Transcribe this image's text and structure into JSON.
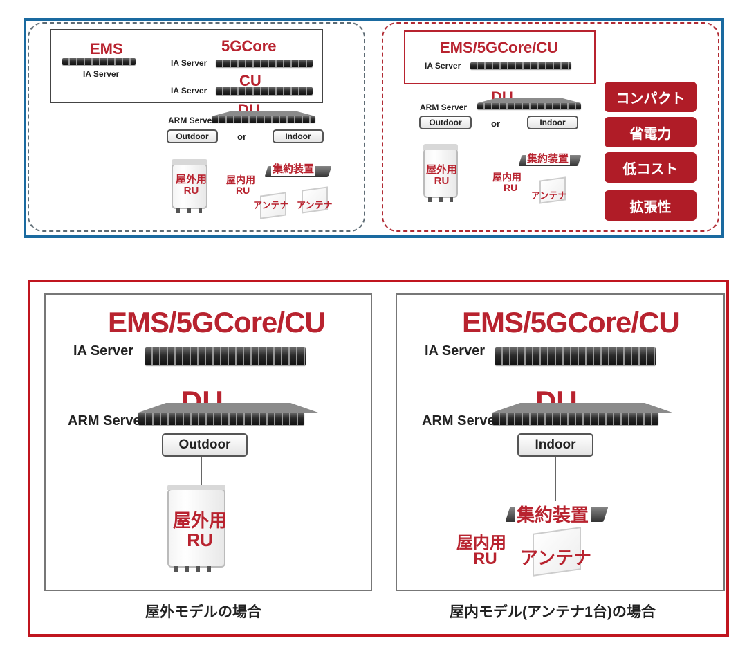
{
  "top_left": {
    "ems": "EMS",
    "ia_server_ems": "IA Server",
    "core": "5GCore",
    "ia_server_core": "IA Server",
    "cu": "CU",
    "ia_server_cu": "IA Server",
    "du": "DU",
    "arm_server": "ARM Server",
    "outdoor": "Outdoor",
    "or": "or",
    "indoor": "Indoor",
    "outdoor_ru": "屋外用\nRU",
    "indoor_ru_line1": "屋内用",
    "indoor_ru_line2": "RU",
    "aggregator": "集約装置",
    "antenna1": "アンテナ",
    "antenna2": "アンテナ"
  },
  "top_right": {
    "ems_core_cu": "EMS/5GCore/CU",
    "ia_server": "IA Server",
    "du": "DU",
    "arm_server": "ARM Server",
    "outdoor": "Outdoor",
    "or": "or",
    "indoor": "Indoor",
    "outdoor_ru": "屋外用\nRU",
    "aggregator": "集約装置",
    "indoor_ru_line1": "屋内用",
    "indoor_ru_line2": "RU",
    "antenna": "アンテナ",
    "features": [
      "コンパクト",
      "省電力",
      "低コスト",
      "拡張性"
    ]
  },
  "bottom_left": {
    "ems_core_cu": "EMS/5GCore/CU",
    "ia_server": "IA Server",
    "du": "DU",
    "arm_server": "ARM Server",
    "outdoor": "Outdoor",
    "outdoor_ru": "屋外用\nRU",
    "caption": "屋外モデルの場合"
  },
  "bottom_right": {
    "ems_core_cu": "EMS/5GCore/CU",
    "ia_server": "IA Server",
    "du": "DU",
    "arm_server": "ARM Server",
    "indoor": "Indoor",
    "aggregator": "集約装置",
    "indoor_ru_line1": "屋内用",
    "indoor_ru_line2": "RU",
    "antenna": "アンテナ",
    "caption": "屋内モデル(アンテナ1台)の場合"
  },
  "colors": {
    "top_frame": "#1a6aa0",
    "bottom_frame": "#c0151f",
    "accent_red": "#b8232f",
    "feature_bg": "#b01c27"
  }
}
